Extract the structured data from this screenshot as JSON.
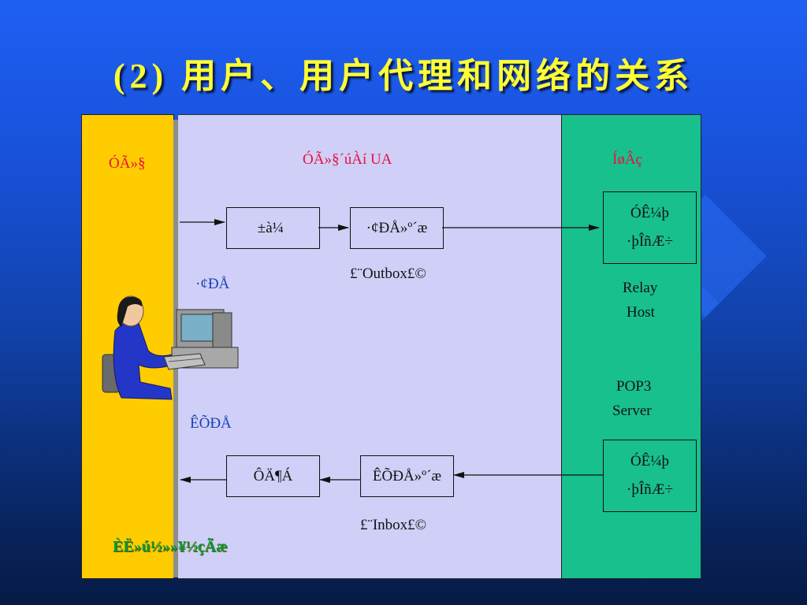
{
  "slide": {
    "title": "(2)  用户、用户代理和网络的关系"
  },
  "user_panel": {
    "label": "ÓÃ»§",
    "send_label": "·¢ÐÅ",
    "recv_label": "ÊÕÐÅ",
    "bottom_label": "ÈË»ú½»»¥½çÃæ"
  },
  "ua_panel": {
    "label": "ÓÃ»§´úÀí  UA",
    "edit_box": "±à¼­",
    "outbox_box": "·¢ÐÅ»º´æ",
    "outbox_caption": "£¨Outbox£©",
    "read_box": "ÔÄ¶Á",
    "inbox_box": "ÊÕÐÅ»º´æ",
    "inbox_caption": "£¨Inbox£©"
  },
  "net_panel": {
    "label": "ÍøÂç",
    "server_top": {
      "line1": "ÓÊ¼þ",
      "line2": "·þÎñÆ÷"
    },
    "relay_line1": "Relay",
    "relay_line2": "Host",
    "pop3_line1": "POP3",
    "pop3_line2": "Server",
    "server_bottom": {
      "line1": "ÓÊ¼þ",
      "line2": "·þÎñÆ÷"
    }
  },
  "colors": {
    "user_panel": "#ffcc00",
    "ua_panel": "#cfcff7",
    "net_panel": "#18c08e",
    "title": "#ffff33"
  }
}
